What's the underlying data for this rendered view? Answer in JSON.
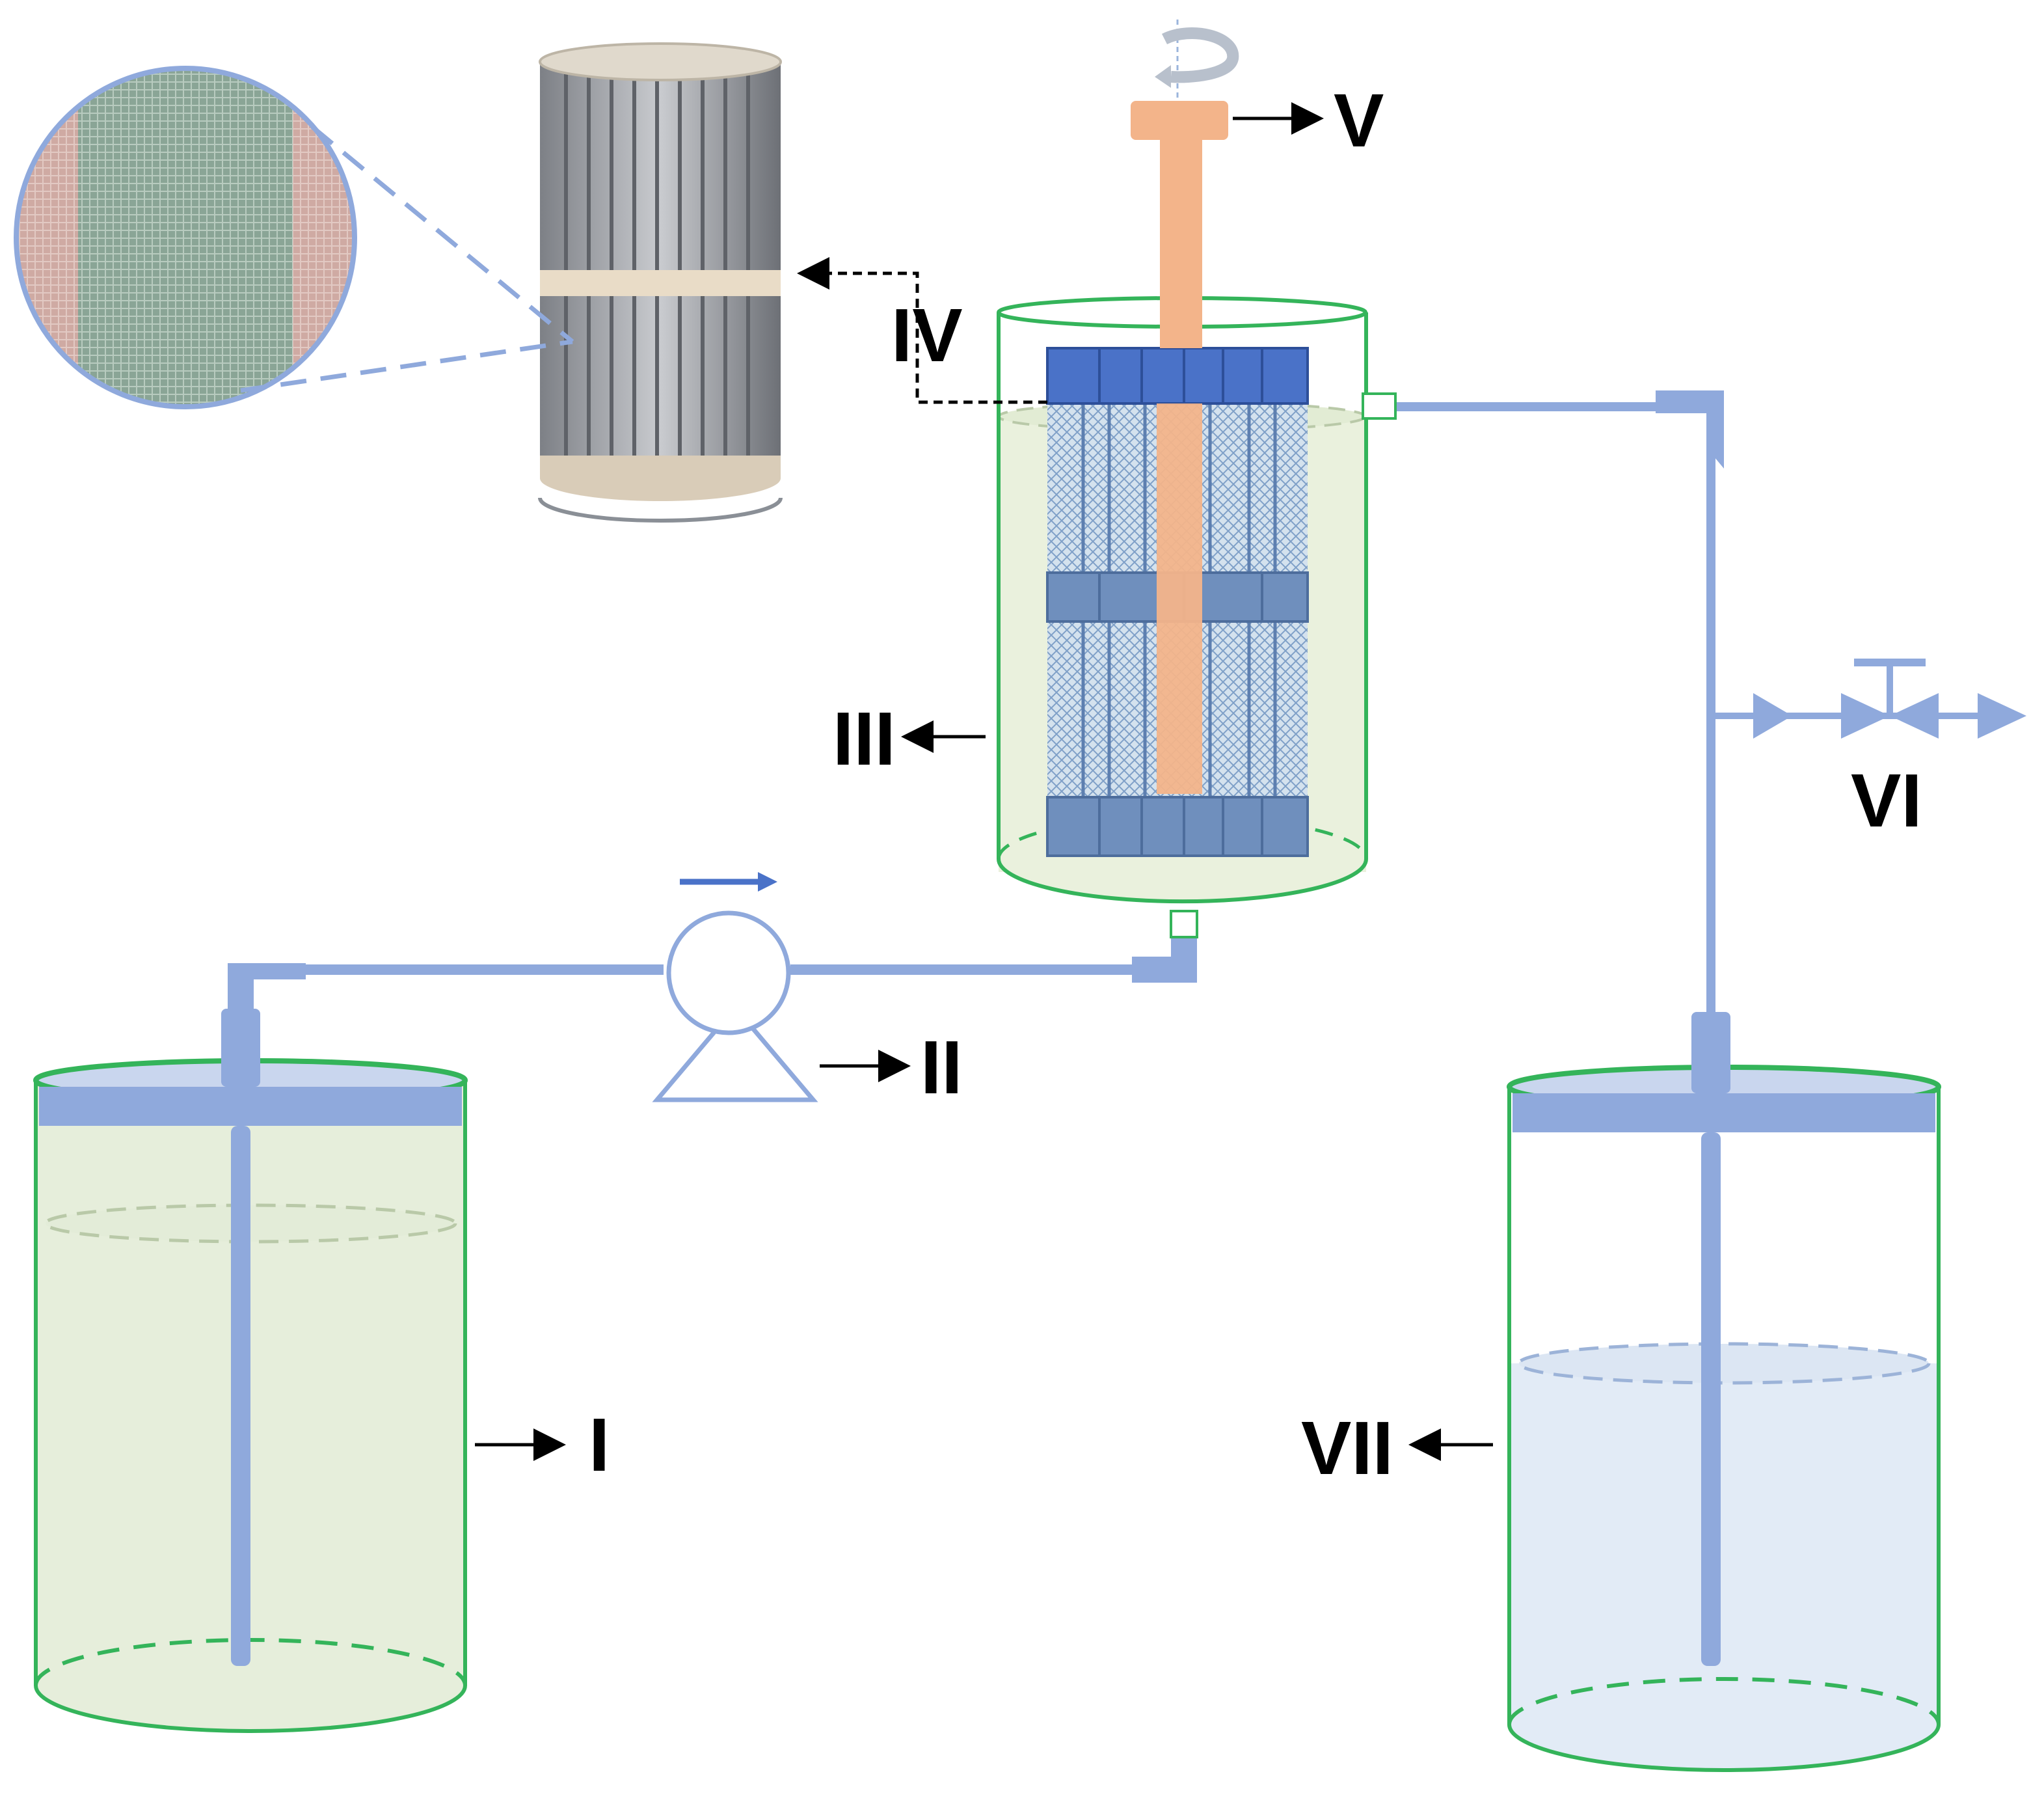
{
  "labels": {
    "feed_tank": "I",
    "pump": "II",
    "reactor_vessel": "III",
    "filter_cartridge": "IV",
    "motor": "V",
    "valve": "VI",
    "collection_tank": "VII"
  },
  "colors": {
    "vessel_outline": "#34b45a",
    "pipe": "#8fa9dc",
    "feed_liquid": "#e6eedb",
    "product_liquid": "#e2ebf6",
    "reactor_liquid": "#eaf1dd",
    "motor_shaft": "#f3b48a",
    "membrane_cap_top": "#4a72c8",
    "membrane_frame": "#6f8fbd",
    "arrow": "#000000",
    "flow_arrow": "#4a72c8"
  },
  "icons": {
    "rotation": "rotation-arrow-icon",
    "flow_direction": "flow-direction-arrow-icon",
    "valve": "valve-icon",
    "pump": "pump-icon"
  }
}
